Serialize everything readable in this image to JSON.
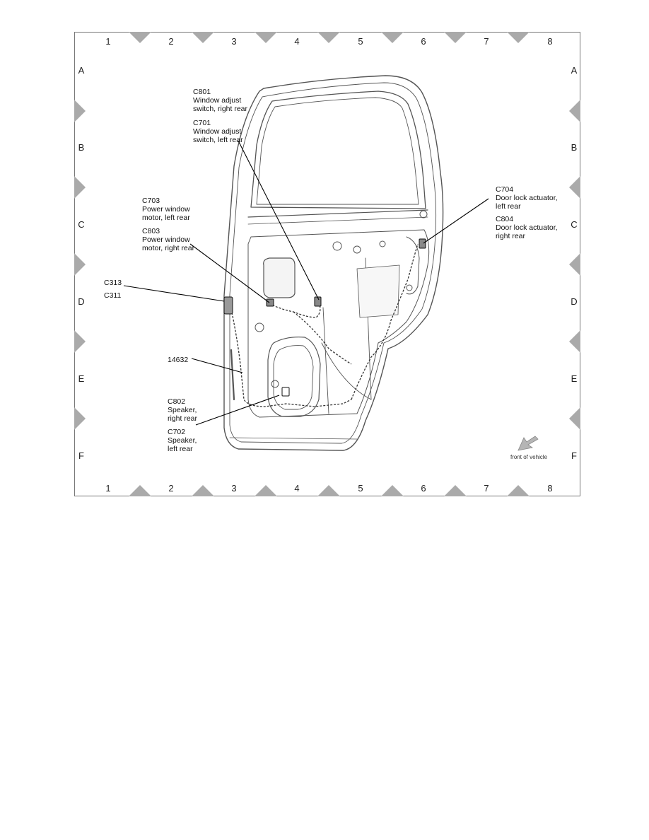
{
  "grid": {
    "columns": [
      "1",
      "2",
      "3",
      "4",
      "5",
      "6",
      "7",
      "8"
    ],
    "rows": [
      "A",
      "B",
      "C",
      "D",
      "E",
      "F"
    ]
  },
  "callouts": {
    "c801": {
      "code": "C801",
      "l1": "Window adjust",
      "l2": "switch, right rear"
    },
    "c701": {
      "code": "C701",
      "l1": "Window adjust",
      "l2": "switch, left rear"
    },
    "c703": {
      "code": "C703",
      "l1": "Power window",
      "l2": "motor, left rear"
    },
    "c803": {
      "code": "C803",
      "l1": "Power window",
      "l2": "motor, right rear"
    },
    "c313": {
      "code": "C313"
    },
    "c311": {
      "code": "C311"
    },
    "h14632": {
      "code": "14632"
    },
    "c802": {
      "code": "C802",
      "l1": "Speaker,",
      "l2": "right rear"
    },
    "c702": {
      "code": "C702",
      "l1": "Speaker,",
      "l2": "left rear"
    },
    "c704": {
      "code": "C704",
      "l1": "Door lock actuator,",
      "l2": "left rear"
    },
    "c804": {
      "code": "C804",
      "l1": "Door lock actuator,",
      "l2": "right rear"
    }
  },
  "direction": {
    "label": "front of vehicle",
    "icon": "arrow-down-left-icon"
  },
  "colors": {
    "line": "#555555",
    "marker": "#aaaaaa",
    "arrow": "#b5b5b5"
  }
}
